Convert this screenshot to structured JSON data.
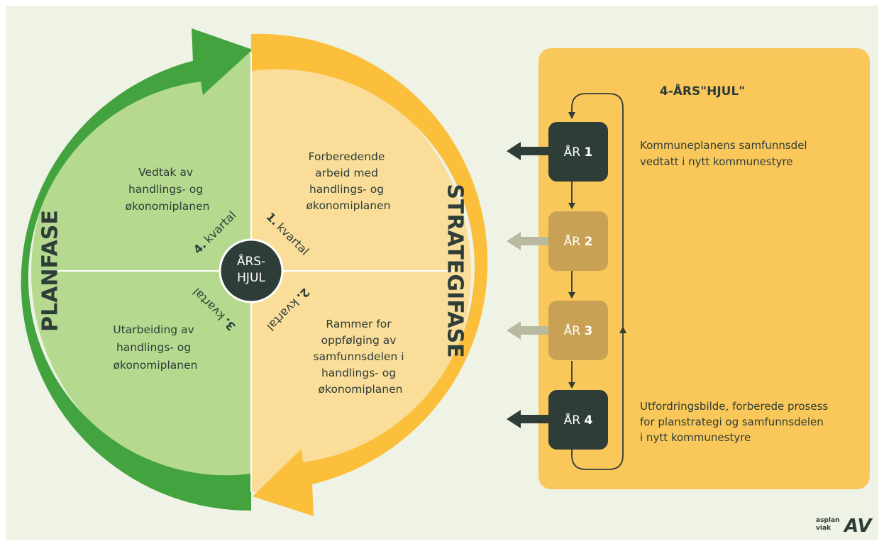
{
  "wheel": {
    "phase_left": "PLANFASE",
    "phase_right": "STRATEGIFASE",
    "center_line1": "ÅRS-",
    "center_line2": "HJUL",
    "quarters": {
      "q1_num": "1.",
      "q1_word": "kvartal",
      "q2_num": "2.",
      "q2_word": "kvartal",
      "q3_num": "3.",
      "q3_word": "kvartal",
      "q4_num": "4.",
      "q4_word": "kvartal"
    },
    "texts": {
      "q1": [
        "Forberedende",
        "arbeid med",
        "handlings- og",
        "økonomiplanen"
      ],
      "q2": [
        "Rammer for",
        "oppfølging  av",
        "samfunnsdelen i",
        "handlings- og",
        "økonomiplanen"
      ],
      "q3": [
        "Utarbeiding av",
        "handlings- og",
        "økonomiplanen"
      ],
      "q4": [
        "Vedtak av",
        "handlings- og",
        "økonomiplanen"
      ]
    }
  },
  "panel": {
    "title": "4-ÅRS\"HJUL\"",
    "years": [
      {
        "prefix": "ÅR",
        "num": "1"
      },
      {
        "prefix": "ÅR",
        "num": "2"
      },
      {
        "prefix": "ÅR",
        "num": "3"
      },
      {
        "prefix": "ÅR",
        "num": "4"
      }
    ],
    "note_year1": [
      "Kommuneplanens samfunnsdel",
      "vedtatt i nytt kommunestyre"
    ],
    "note_year4": [
      "Utfordringsbilde, forberede prosess",
      "for planstrategi og samfunnsdelen",
      "i nytt kommunestyre"
    ]
  },
  "logo": {
    "line1": "asplan",
    "line2": "viak",
    "mark": "AV"
  },
  "colors": {
    "background": "#eef3e6",
    "green_dark": "#43a33f",
    "green_light": "#b5d98e",
    "yellow_dark": "#fbbf3c",
    "yellow_light": "#f9dd99",
    "panel": "#f9c75a",
    "box_dark": "#2e3d38",
    "box_faded": "#c9a154",
    "text_dark": "#2e3d38"
  }
}
